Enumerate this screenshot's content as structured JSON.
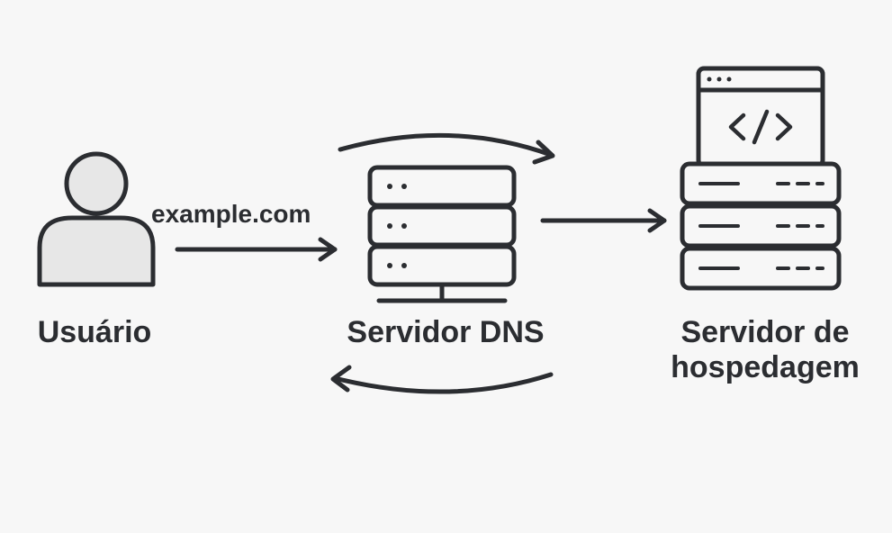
{
  "colors": {
    "stroke": "#2b2d31",
    "user_fill": "#e7e7e7",
    "background": "#f7f7f7"
  },
  "nodes": {
    "user": {
      "label": "Usuário",
      "icon": "user-icon"
    },
    "dns": {
      "label": "Servidor DNS",
      "icon": "server-rack-icon"
    },
    "host": {
      "label_line1": "Servidor de",
      "label_line2": "hospedagem",
      "icon": "web-server-icon",
      "code_glyph": "</>"
    }
  },
  "edges": {
    "user_to_dns": {
      "label": "example.com"
    }
  }
}
